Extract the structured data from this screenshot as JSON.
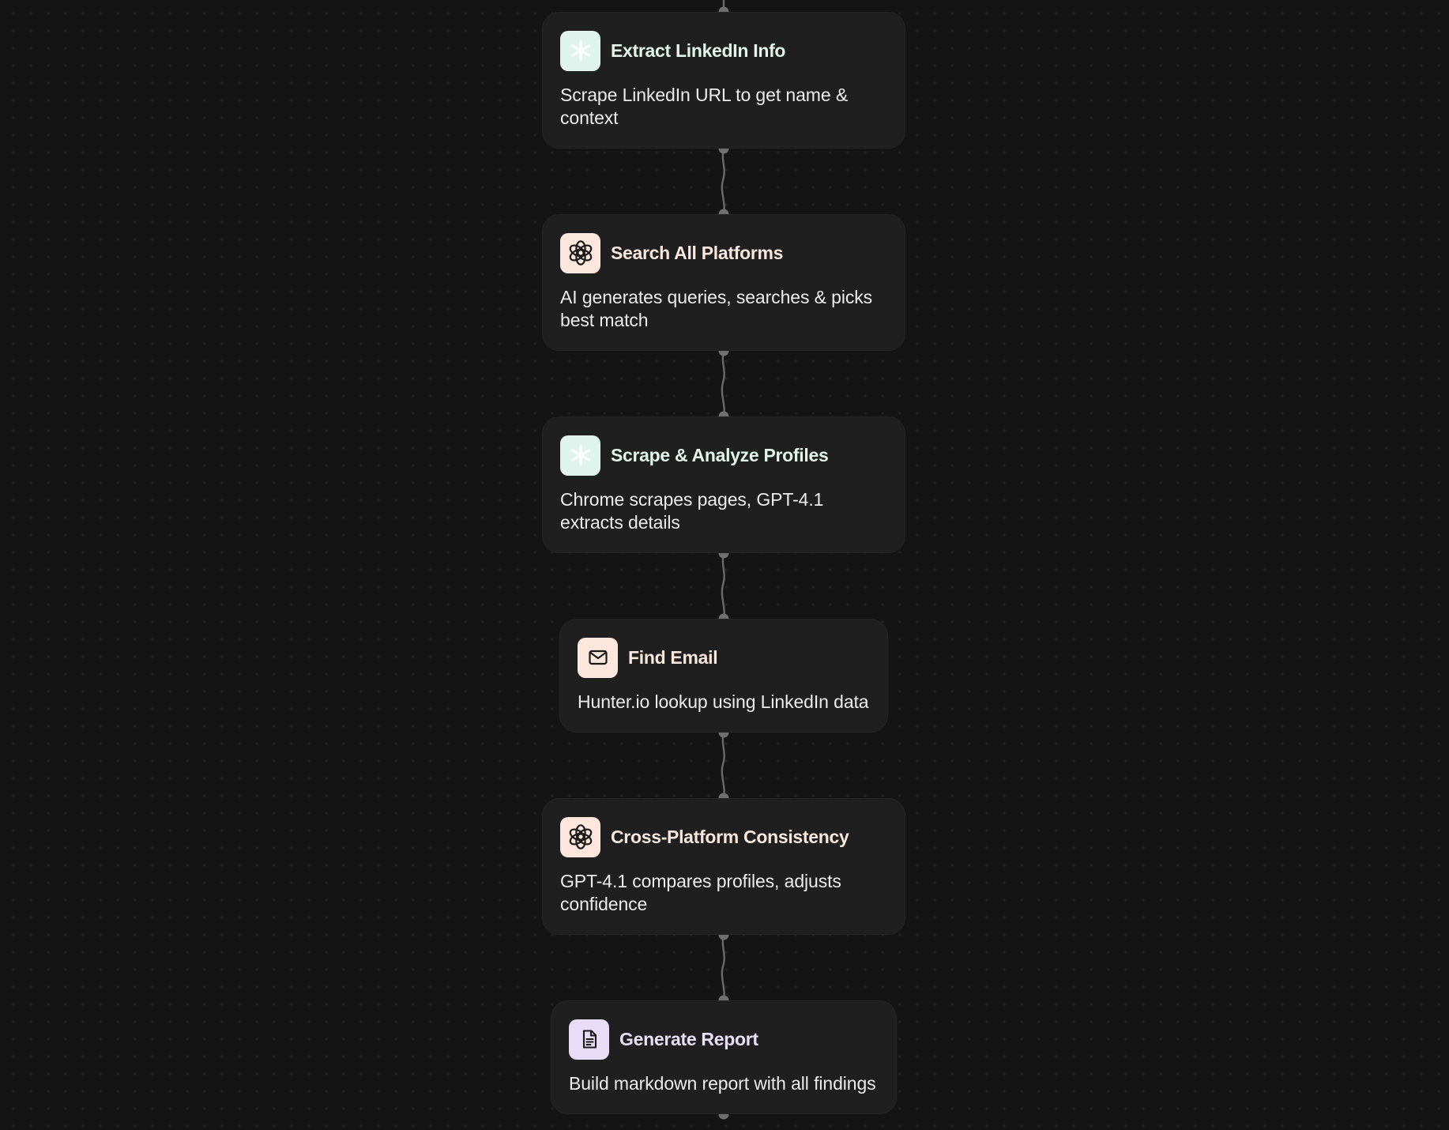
{
  "workflow": {
    "nodes": [
      {
        "title": "Extract LinkedIn Info",
        "description": "Scrape LinkedIn URL to get name & context",
        "icon": "sparkle-icon",
        "icon_bg": "#dff4ec",
        "title_color": "#e2f5ec"
      },
      {
        "title": "Search All Platforms",
        "description": "AI generates queries, searches & picks best match",
        "icon": "openai-icon",
        "icon_bg": "#fde7dc",
        "title_color": "#f8e7dc"
      },
      {
        "title": "Scrape & Analyze Profiles",
        "description": "Chrome scrapes pages, GPT-4.1 extracts details",
        "icon": "sparkle-icon",
        "icon_bg": "#dff4ec",
        "title_color": "#e2f5ec"
      },
      {
        "title": "Find Email",
        "description": "Hunter.io lookup using LinkedIn data",
        "icon": "mail-icon",
        "icon_bg": "#fde7dc",
        "title_color": "#f8e7dc"
      },
      {
        "title": "Cross-Platform Consistency",
        "description": "GPT-4.1 compares profiles, adjusts confidence",
        "icon": "openai-icon",
        "icon_bg": "#fde7dc",
        "title_color": "#f8e7dc"
      },
      {
        "title": "Generate Report",
        "description": "Build markdown report with all findings",
        "icon": "document-icon",
        "icon_bg": "#e7ddf6",
        "title_color": "#e9dff7"
      }
    ],
    "colors": {
      "background": "#141414",
      "node_background": "#1f1f1f",
      "connector": "#6a6a6a"
    }
  }
}
